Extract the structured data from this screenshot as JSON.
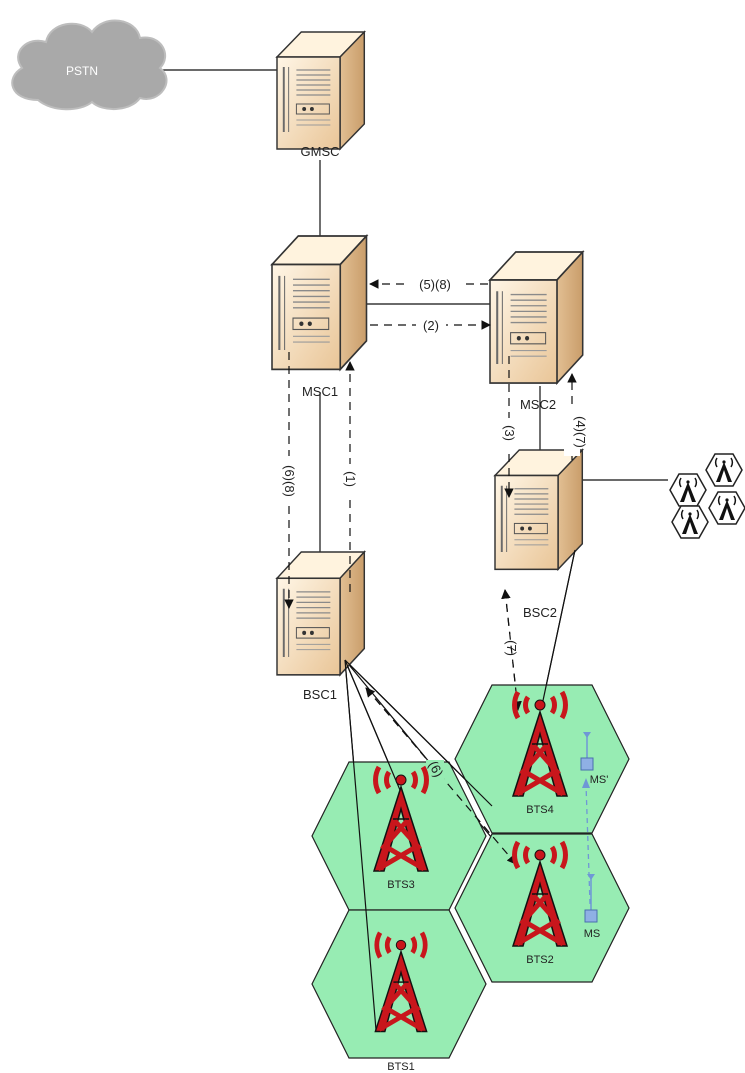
{
  "nodes": {
    "pstn": "PSTN",
    "gmsc": "GMSC",
    "msc1": "MSC1",
    "msc2": "MSC2",
    "bsc1": "BSC1",
    "bsc2": "BSC2",
    "bts1": "BTS1",
    "bts2": "BTS2",
    "bts3": "BTS3",
    "bts4": "BTS4",
    "ms": "MS",
    "ms_prime": "MS'"
  },
  "messages": {
    "m58_top": "(5)(8)",
    "m2": "(2)",
    "m3": "(3)",
    "m47": "(4)(7)",
    "m68": "(6)(8)",
    "m1": "(1)",
    "m7": "(7)",
    "m6": "(6)"
  },
  "colors": {
    "cell_fill": "#97ecb3",
    "cell_stroke": "#222222",
    "tower": "#c8161c",
    "cloud": "#a8a8a8",
    "server_light": "#fbe6c6",
    "server_dark": "#d9b58a",
    "ms": "#6f97d6"
  }
}
